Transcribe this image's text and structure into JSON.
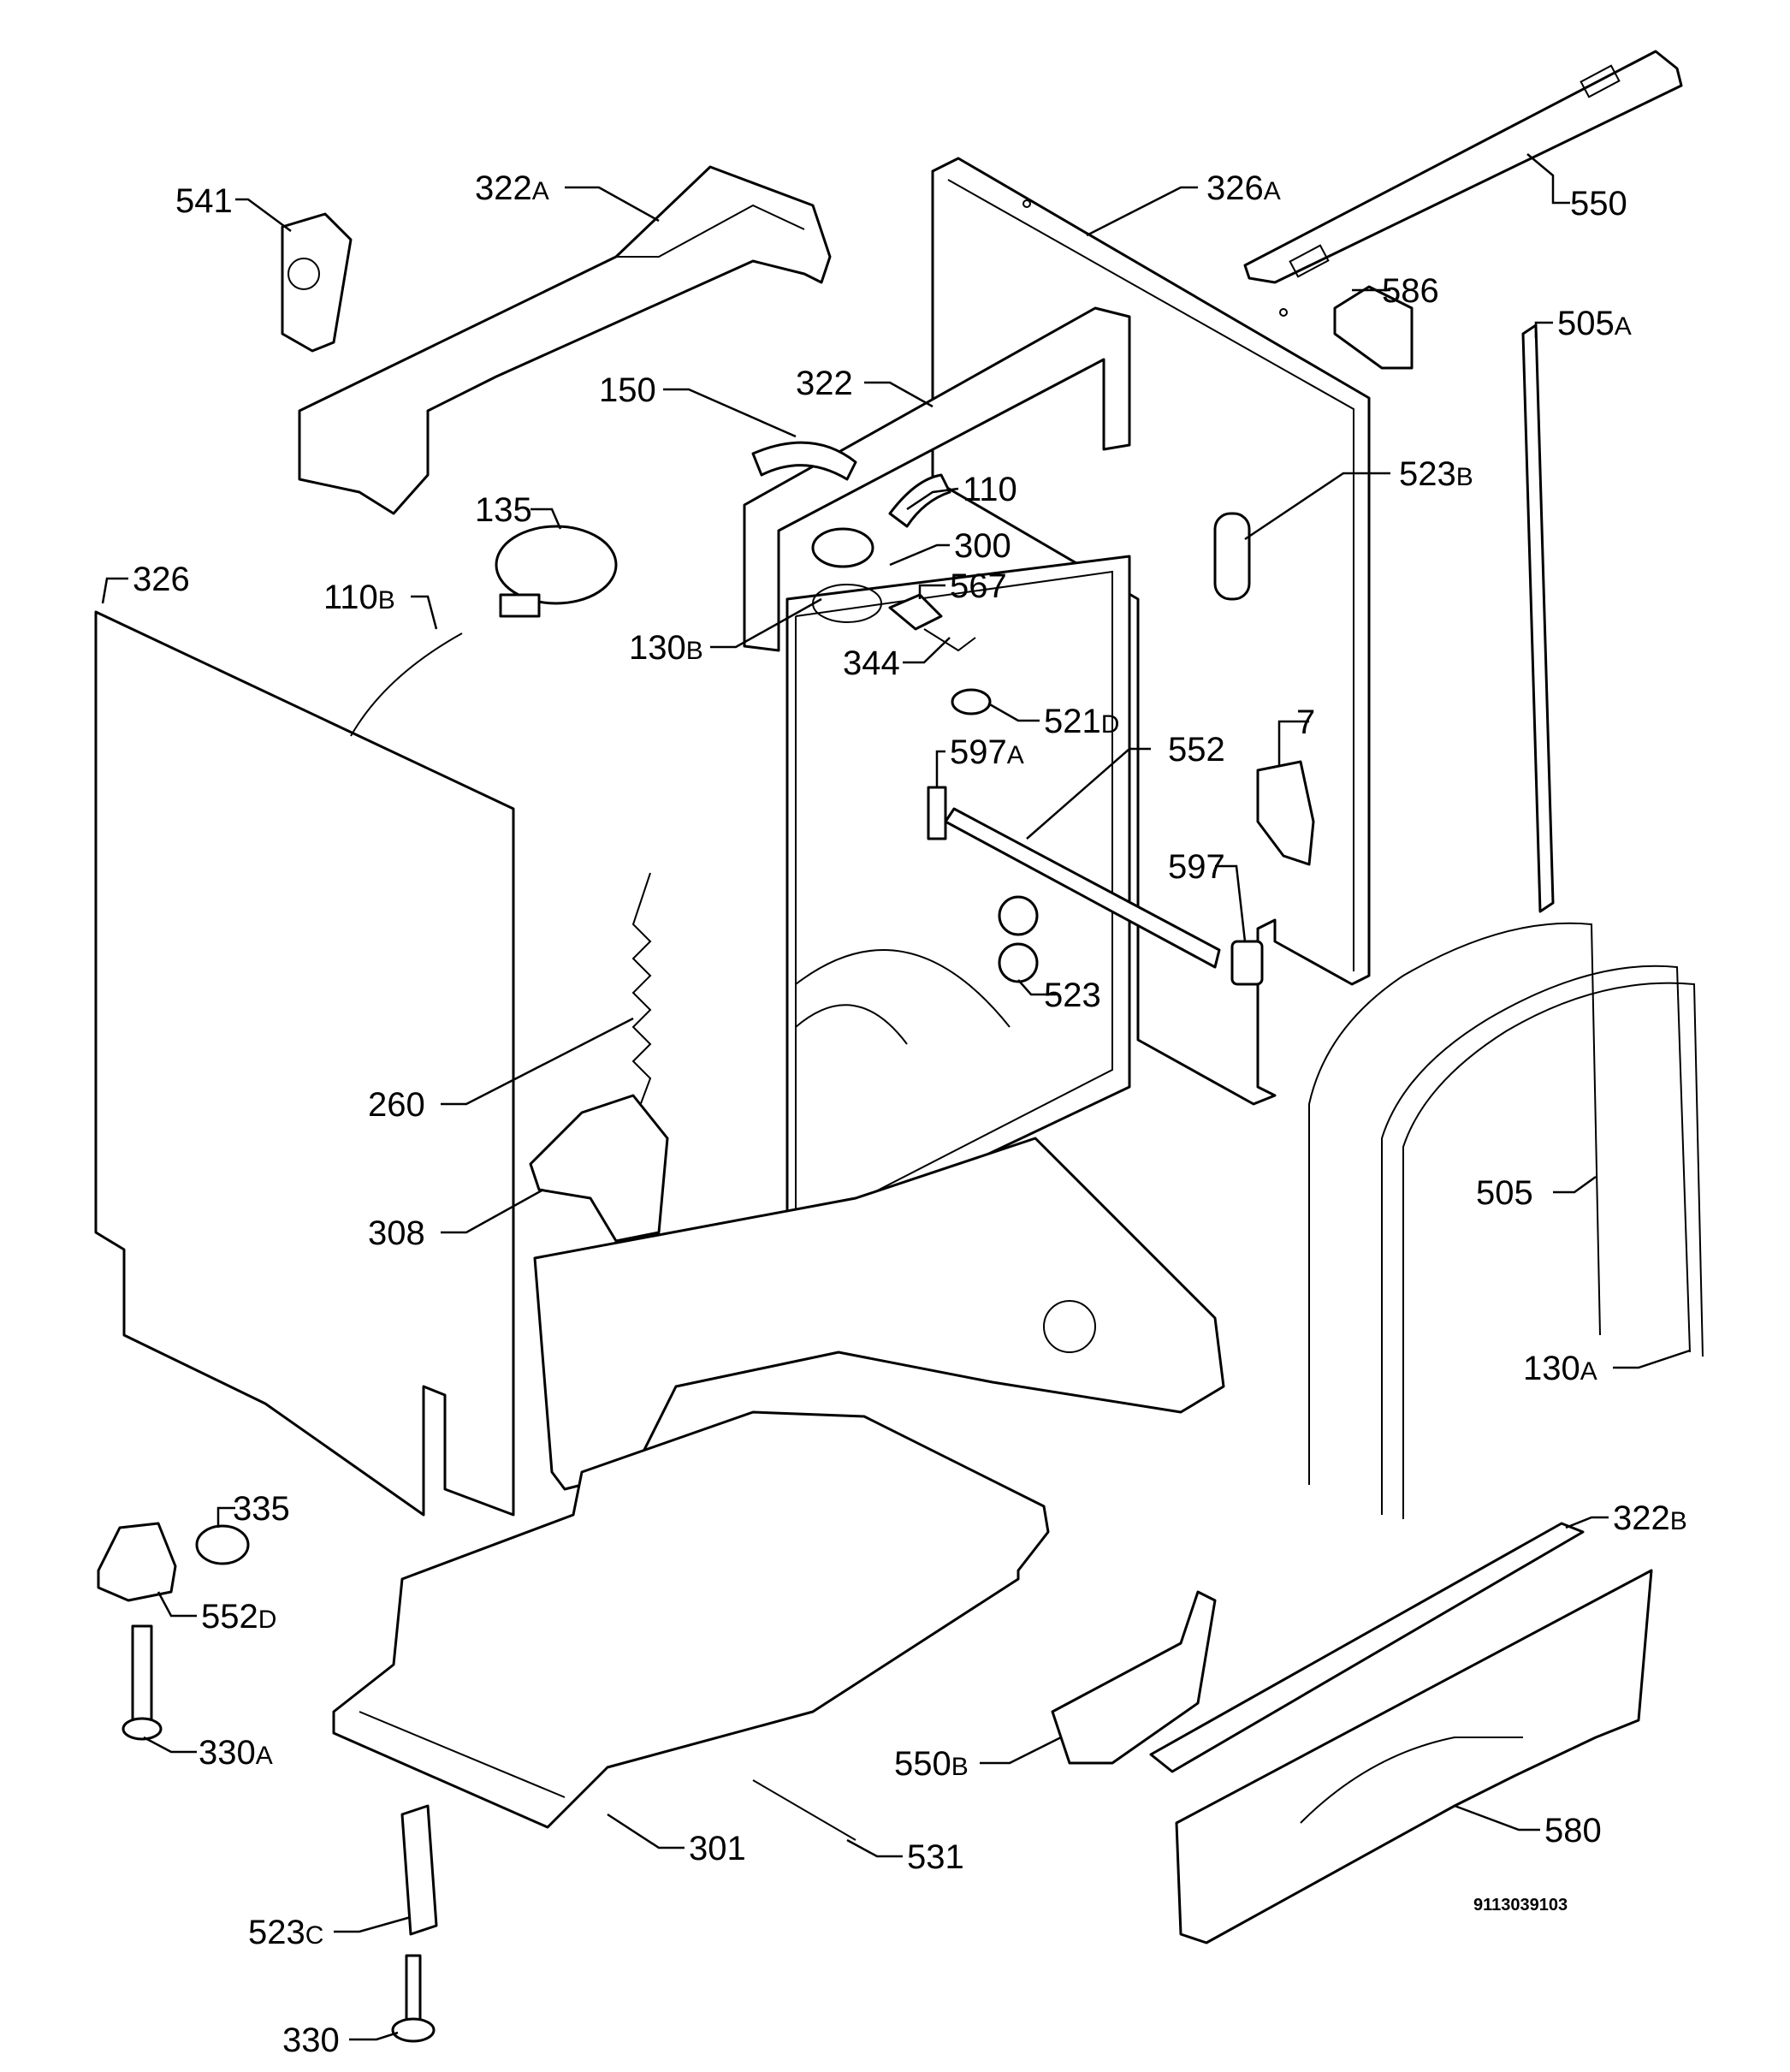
{
  "document_number": "9113039103",
  "labels": [
    {
      "id": "541",
      "num": "541",
      "suffix": ""
    },
    {
      "id": "322A",
      "num": "322",
      "suffix": "A"
    },
    {
      "id": "326A",
      "num": "326",
      "suffix": "A"
    },
    {
      "id": "550",
      "num": "550",
      "suffix": ""
    },
    {
      "id": "586",
      "num": "586",
      "suffix": ""
    },
    {
      "id": "505A",
      "num": "505",
      "suffix": "A"
    },
    {
      "id": "322",
      "num": "322",
      "suffix": ""
    },
    {
      "id": "150",
      "num": "150",
      "suffix": ""
    },
    {
      "id": "523B",
      "num": "523",
      "suffix": "B"
    },
    {
      "id": "110",
      "num": "110",
      "suffix": ""
    },
    {
      "id": "135",
      "num": "135",
      "suffix": ""
    },
    {
      "id": "300",
      "num": "300",
      "suffix": ""
    },
    {
      "id": "567",
      "num": "567",
      "suffix": ""
    },
    {
      "id": "326",
      "num": "326",
      "suffix": ""
    },
    {
      "id": "110B",
      "num": "110",
      "suffix": "B"
    },
    {
      "id": "130B",
      "num": "130",
      "suffix": "B"
    },
    {
      "id": "344",
      "num": "344",
      "suffix": ""
    },
    {
      "id": "521D",
      "num": "521",
      "suffix": "D"
    },
    {
      "id": "7",
      "num": "7",
      "suffix": ""
    },
    {
      "id": "597A",
      "num": "597",
      "suffix": "A"
    },
    {
      "id": "552",
      "num": "552",
      "suffix": ""
    },
    {
      "id": "597",
      "num": "597",
      "suffix": ""
    },
    {
      "id": "523",
      "num": "523",
      "suffix": ""
    },
    {
      "id": "260",
      "num": "260",
      "suffix": ""
    },
    {
      "id": "505",
      "num": "505",
      "suffix": ""
    },
    {
      "id": "308",
      "num": "308",
      "suffix": ""
    },
    {
      "id": "130A",
      "num": "130",
      "suffix": "A"
    },
    {
      "id": "335",
      "num": "335",
      "suffix": ""
    },
    {
      "id": "322B",
      "num": "322",
      "suffix": "B"
    },
    {
      "id": "552D",
      "num": "552",
      "suffix": "D"
    },
    {
      "id": "330A",
      "num": "330",
      "suffix": "A"
    },
    {
      "id": "550B",
      "num": "550",
      "suffix": "B"
    },
    {
      "id": "580",
      "num": "580",
      "suffix": ""
    },
    {
      "id": "301",
      "num": "301",
      "suffix": ""
    },
    {
      "id": "531",
      "num": "531",
      "suffix": ""
    },
    {
      "id": "523C",
      "num": "523",
      "suffix": "C"
    },
    {
      "id": "330",
      "num": "330",
      "suffix": ""
    }
  ]
}
